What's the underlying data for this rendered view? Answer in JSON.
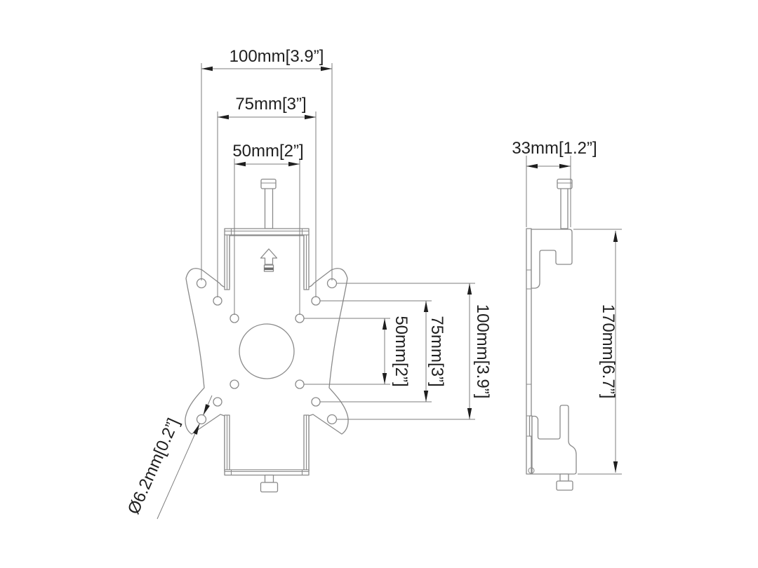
{
  "drawing": {
    "background_color": "#ffffff",
    "outline_color": "#8a8a8a",
    "dimension_line_color": "#7e7e7e",
    "text_color": "#1f1f1f"
  },
  "front_view": {
    "dims_top": [
      {
        "label": "100mm[3.9”]",
        "mm": 100,
        "in": 3.9
      },
      {
        "label": "75mm[3”]",
        "mm": 75,
        "in": 3
      },
      {
        "label": "50mm[2”]",
        "mm": 50,
        "in": 2
      }
    ],
    "dims_right": [
      {
        "label": "50mm[2”]",
        "mm": 50,
        "in": 2
      },
      {
        "label": "75mm[3”]",
        "mm": 75,
        "in": 3
      },
      {
        "label": "100mm[3.9”]",
        "mm": 100,
        "in": 3.9
      }
    ],
    "hole_callout": {
      "label": "Ø6.2mm[0.2”]",
      "diameter_mm": 6.2,
      "diameter_in": 0.2
    }
  },
  "side_view": {
    "width_dim": {
      "label": "33mm[1.2”]",
      "mm": 33,
      "in": 1.2
    },
    "height_dim": {
      "label": "170mm[6.7”]",
      "mm": 170,
      "in": 6.7
    }
  }
}
